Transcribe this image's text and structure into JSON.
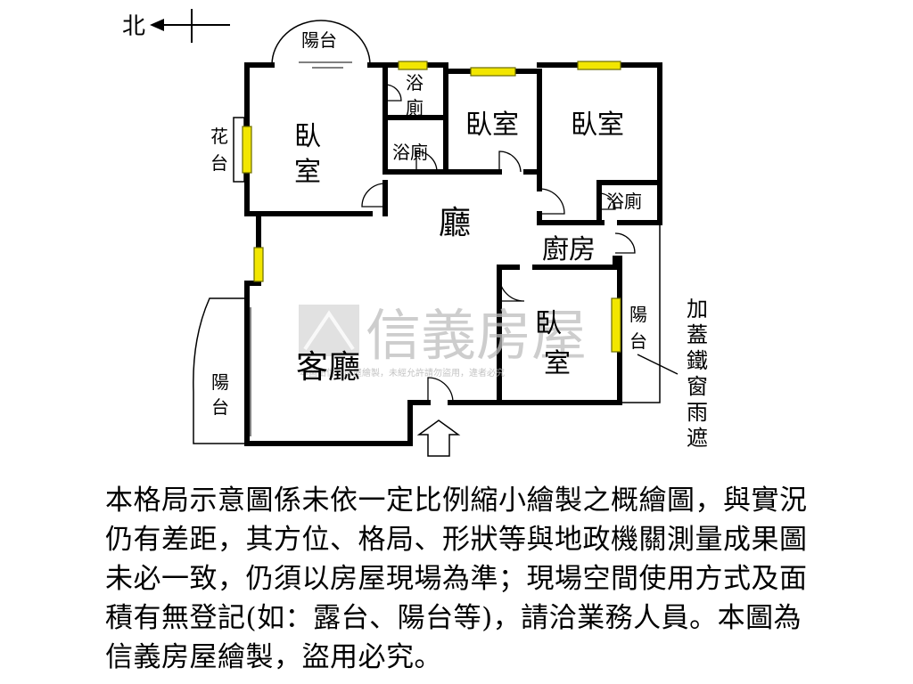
{
  "compass": {
    "north_label": "北"
  },
  "rooms": {
    "balcony_top": "陽台",
    "bath_top_1": "浴",
    "bath_top_2": "廁",
    "bath_mid": "浴廁",
    "bedroom_nw_1": "臥",
    "bedroom_nw_2": "室",
    "bedroom_2": "臥室",
    "bedroom_3": "臥室",
    "bath_right": "浴廁",
    "hall": "廳",
    "kitchen": "廚房",
    "bedroom_s_1": "臥",
    "bedroom_s_2": "室",
    "living": "客廳",
    "balcony_left_1": "陽",
    "balcony_left_2": "台",
    "balcony_right_1": "陽",
    "balcony_right_2": "台",
    "planter_1": "花",
    "planter_2": "台"
  },
  "annotation": {
    "vertical_note": [
      "加",
      "蓋",
      "鐵",
      "窗",
      "雨",
      "遮"
    ]
  },
  "watermark": {
    "brand": "信義房屋",
    "small_text": "本圖由信義房屋繪製，未經允許請勿盜用，違者必究"
  },
  "notice": "本格局示意圖係未依一定比例縮小繪製之概繪圖，與實況仍有差距，其方位、格局、形狀等與地政機關測量成果圖未必一致，仍須以房屋現場為準；現場空間使用方式及面積有無登記(如：露台、陽台等)，請洽業務人員。本圖為信義房屋繪製，盜用必究。",
  "colors": {
    "wall": "#000000",
    "window_fill": "#f2e600",
    "window_stroke": "#6b6b00",
    "watermark": "#bdbdbd"
  }
}
